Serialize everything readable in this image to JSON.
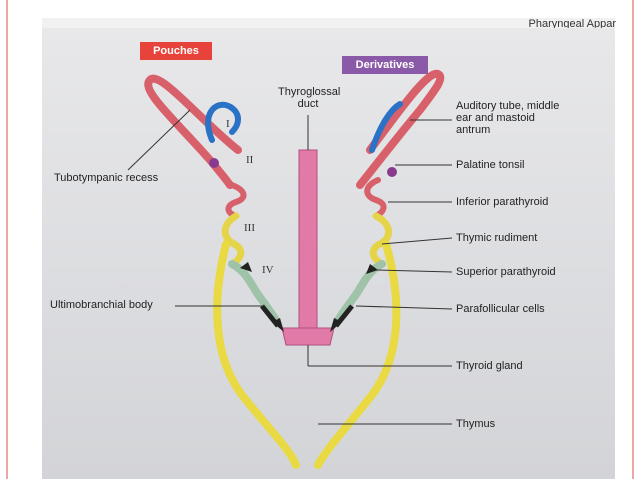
{
  "header": {
    "running_head": "Pharyngeal Appar"
  },
  "badges": {
    "pouches": "Pouches",
    "derivatives": "Derivatives"
  },
  "colors": {
    "pouches_badge": "#e8433b",
    "derivatives_badge": "#8a5aa8",
    "pouch_I": "#2a72c6",
    "pouch_II": "#d8606a",
    "pouch_III": "#e6d448",
    "pouch_IV": "#9fc3a8",
    "duct": "#e27aa8",
    "thymus": "#e9da43"
  },
  "pouch_numerals": [
    "I",
    "II",
    "III",
    "IV"
  ],
  "left_labels": {
    "tubotympanic": "Tubotympanic recess",
    "ultimobranchial": "Ultimobranchial body"
  },
  "center_labels": {
    "thyroglossal": "Thyroglossal duct"
  },
  "right_labels": {
    "auditory": "Auditory tube, middle ear and mastoid antrum",
    "palatine": "Palatine tonsil",
    "inferior_parathyroid": "Inferior parathyroid",
    "thymic_rudiment": "Thymic rudiment",
    "superior_parathyroid": "Superior parathyroid",
    "parafollicular": "Parafollicular cells",
    "thyroid_gland": "Thyroid gland",
    "thymus": "Thymus"
  }
}
